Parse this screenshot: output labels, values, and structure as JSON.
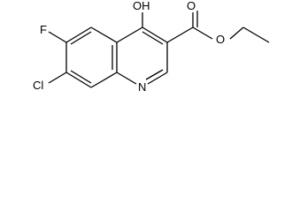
{
  "labels": {
    "hydroxyl": "OH",
    "fluoro": "F",
    "chloro": "Cl",
    "ring_nitrogen": "N",
    "carbonyl_oxygen": "O",
    "ester_oxygen": "O"
  },
  "colors": {
    "bond": "#000000",
    "background": "#ffffff"
  }
}
